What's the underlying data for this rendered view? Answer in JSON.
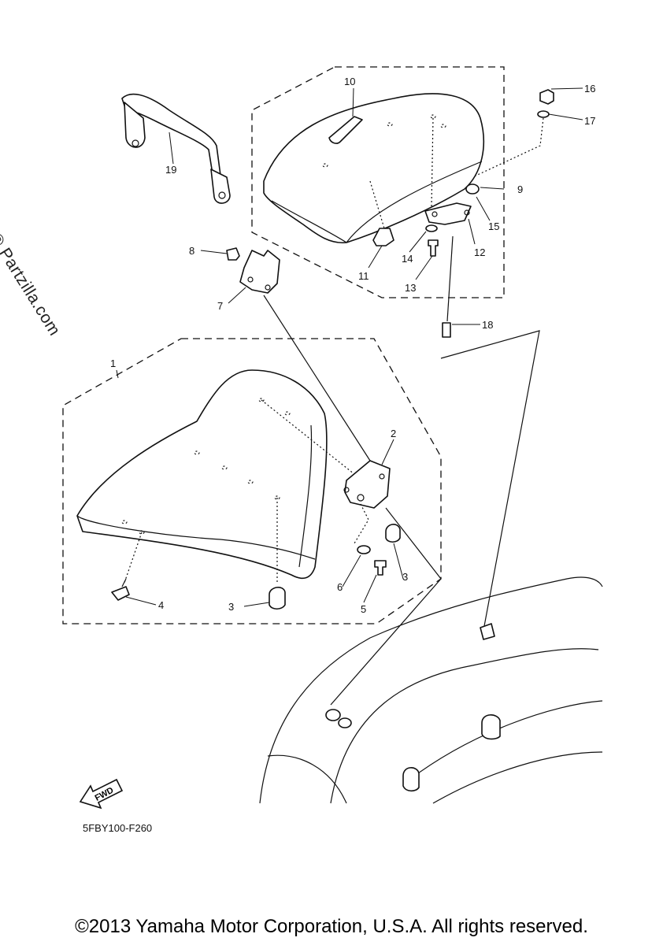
{
  "watermark": "© Partzilla.com",
  "diagram_code": "5FBY100-F260",
  "fwd_label": "FWD",
  "copyright": "©2013 Yamaha Motor Corporation, U.S.A. All rights reserved.",
  "callouts": [
    "1",
    "2",
    "3",
    "3",
    "4",
    "5",
    "6",
    "7",
    "8",
    "9",
    "10",
    "11",
    "12",
    "13",
    "14",
    "15",
    "16",
    "17",
    "18",
    "19"
  ]
}
